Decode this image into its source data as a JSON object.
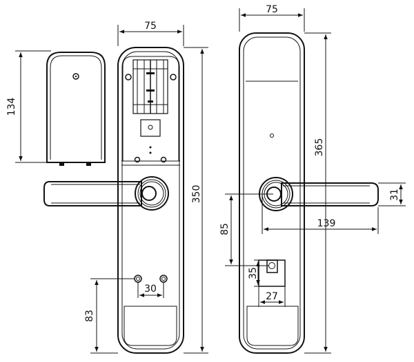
{
  "diagram": {
    "dimensions": {
      "cover_height": "134",
      "back_width": "75",
      "back_height": "350",
      "hole_spacing": "30",
      "hole_height": "83",
      "front_width": "75",
      "front_height": "365",
      "handle_height": "31",
      "handle_length": "139",
      "cylinder_height": "85",
      "keypad_height": "35",
      "keypad_width": "27"
    },
    "colors": {
      "line": "#111111",
      "background": "#ffffff"
    }
  }
}
